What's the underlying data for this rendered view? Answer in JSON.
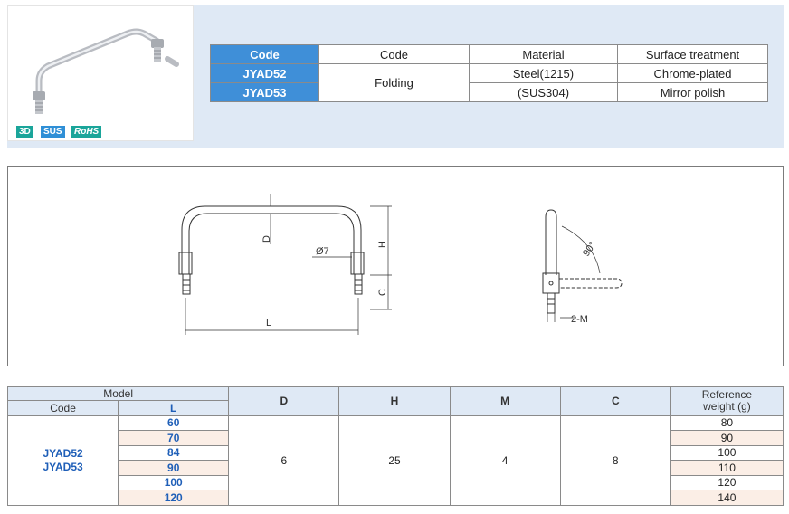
{
  "badges": {
    "three_d": "3D",
    "sus": "SUS",
    "rohs": "RoHS"
  },
  "spec_table": {
    "headers": {
      "code": "Code",
      "type": "Code",
      "material": "Material",
      "surface": "Surface treatment"
    },
    "rows": [
      {
        "code": "JYAD52",
        "material": "Steel(1215)",
        "surface": "Chrome-plated"
      },
      {
        "code": "JYAD53",
        "material": "(SUS304)",
        "surface": "Mirror polish"
      }
    ],
    "type_value": "Folding"
  },
  "drawing": {
    "labels": {
      "d": "D",
      "phi": "Ø7",
      "h": "H",
      "c": "C",
      "l": "L",
      "angle": "90°",
      "m": "2-M"
    }
  },
  "size_table": {
    "headers": {
      "model": "Model",
      "code": "Code",
      "l": "L",
      "d": "D",
      "h": "H",
      "m": "M",
      "c": "C",
      "weight_line1": "Reference",
      "weight_line2": "weight (g)"
    },
    "code_line1": "JYAD52",
    "code_line2": "JYAD53",
    "rows": [
      {
        "l": "60",
        "weight": "80"
      },
      {
        "l": "70",
        "weight": "90"
      },
      {
        "l": "84",
        "weight": "100"
      },
      {
        "l": "90",
        "weight": "110"
      },
      {
        "l": "100",
        "weight": "120"
      },
      {
        "l": "120",
        "weight": "140"
      }
    ],
    "d": "6",
    "h": "25",
    "m": "4",
    "c": "8"
  },
  "colors": {
    "header_blue": "#3f8fd8",
    "panel_bg": "#dfe9f5",
    "row_shade": "#fbeee6",
    "l_blue": "#1f5fb8"
  }
}
